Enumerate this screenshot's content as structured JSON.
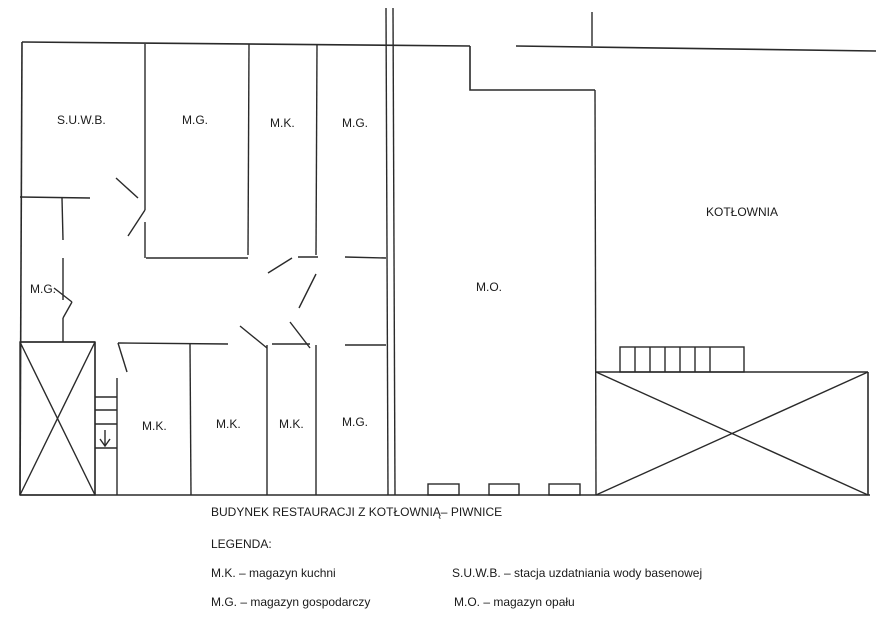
{
  "rooms": {
    "suwb": "S.U.W.B.",
    "mg_top_1": "M.G.",
    "mk_top": "M.K.",
    "mg_top_2": "M.G.",
    "mg_left": "M.G.",
    "mo": "M.O.",
    "kotlownia": "KOTŁOWNIA",
    "mk_bottom_1": "M.K.",
    "mk_bottom_2": "M.K.",
    "mk_bottom_3": "M.K.",
    "mg_bottom": "M.G."
  },
  "title": "BUDYNEK RESTAURACJI Z KOTŁOWNIĄ– PIWNICE",
  "legend": {
    "heading": "LEGENDA:",
    "mk": "M.K. – magazyn kuchni",
    "suwb": "S.U.W.B. – stacja uzdatniania wody basenowej",
    "mg": "M.G. – magazyn gospodarczy",
    "mo": "M.O. – magazyn opału"
  },
  "icons": {
    "stair_arrow": "down-arrow"
  }
}
